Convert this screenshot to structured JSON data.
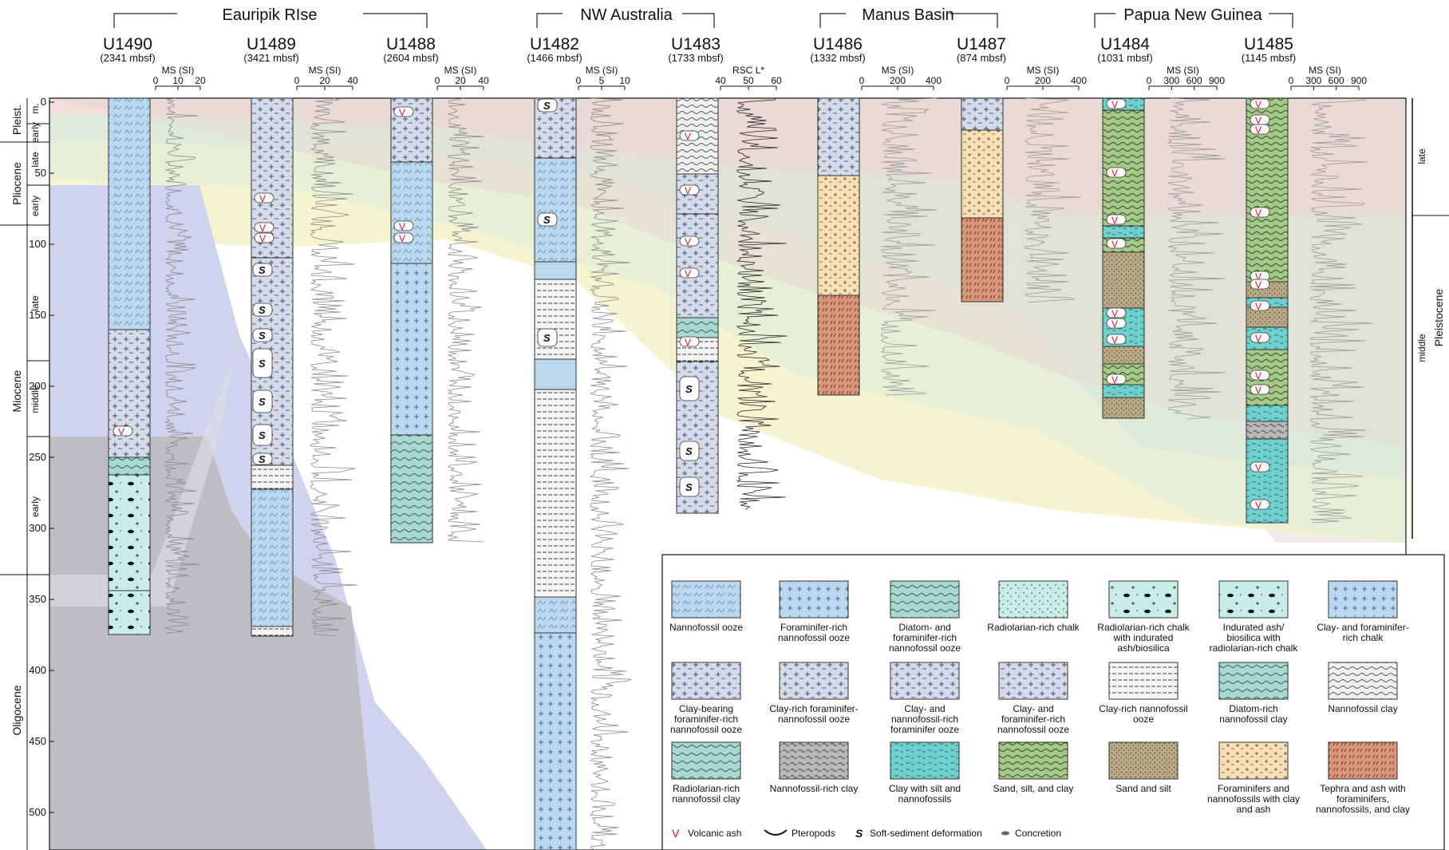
{
  "regions": [
    {
      "name": "Eauripik RIse"
    },
    {
      "name": "NW Australia"
    },
    {
      "name": "Manus Basin"
    },
    {
      "name": "Papua New Guinea"
    }
  ],
  "sites": [
    {
      "name": "U1490",
      "depth": "(2341 mbsf)",
      "axis": "MS (SI)",
      "ticks": [
        "0",
        "10",
        "20"
      ]
    },
    {
      "name": "U1489",
      "depth": "(3421 mbsf)",
      "axis": "MS (SI)",
      "ticks": [
        "0",
        "20",
        "40"
      ]
    },
    {
      "name": "U1488",
      "depth": "(2604 mbsf)",
      "axis": "MS (SI)",
      "ticks": [
        "0",
        "20",
        "40"
      ]
    },
    {
      "name": "U1482",
      "depth": "(1466 mbsf)",
      "axis": "MS (SI)",
      "ticks": [
        "0",
        "5",
        "10"
      ]
    },
    {
      "name": "U1483",
      "depth": "(1733 mbsf)",
      "axis": "RSC L*",
      "ticks": [
        "40",
        "50",
        "60"
      ]
    },
    {
      "name": "U1486",
      "depth": "(1332 mbsf)",
      "axis": "MS (SI)",
      "ticks": [
        "0",
        "200",
        "400"
      ]
    },
    {
      "name": "U1487",
      "depth": "(874 mbsf)",
      "axis": "MS (SI)",
      "ticks": [
        "0",
        "200",
        "400"
      ]
    },
    {
      "name": "U1484",
      "depth": "(1031 mbsf)",
      "axis": "MS (SI)",
      "ticks": [
        "0",
        "300",
        "600",
        "900"
      ]
    },
    {
      "name": "U1485",
      "depth": "(1145 mbsf)",
      "axis": "MS (SI)",
      "ticks": [
        "0",
        "300",
        "600",
        "900"
      ]
    }
  ],
  "depth_axis": {
    "ticks": [
      "0",
      "50",
      "100",
      "150",
      "200",
      "250",
      "300",
      "350",
      "400",
      "450",
      "500"
    ]
  },
  "left_strat": {
    "epochs": [
      "Pleist.",
      "Pliocene",
      "Miocene",
      "Oligocene"
    ],
    "subdivisions": [
      "early",
      "m.",
      "late",
      "early",
      "late",
      "middle",
      "early"
    ]
  },
  "right_strat": {
    "epoch": "Pleistocene",
    "subdivisions": [
      "late",
      "middle"
    ]
  },
  "symbols": {
    "volcanic_glyph": "V",
    "soft_glyph": "S"
  },
  "legend": {
    "rows": [
      [
        "Nannofossil ooze",
        "Foraminifer-rich nannofossil ooze",
        "Diatom- and foraminifer-rich nannofossil ooze",
        "Radiolarian-rich chalk",
        "Radiolarian-rich chalk with indurated ash/biosilica",
        "Indurated ash/ biosilica with radiolarian-rich chalk",
        "Clay- and foraminifer- rich chalk"
      ],
      [
        "Clay-bearing foraminifer-rich nannofossil ooze",
        "Clay-rich foraminifer- nannofossil ooze",
        "Clay- and nannofossil-rich foraminifer ooze",
        "Clay- and foraminifer-rich nannofossil ooze",
        "Clay-rich nannofossil ooze",
        "Diatom-rich nannofossil clay",
        "Nannofossil clay"
      ],
      [
        "Radiolarian-rich nannofossil clay",
        "Nannofossil-rich clay",
        "Clay with silt and nannofossils",
        "Sand, silt, and clay",
        "Sand and silt",
        "Foraminifers and nannofossils with clay and ash",
        "Tephra and ash with foraminifers, nannofossils, and clay"
      ]
    ],
    "symbols": [
      "Volcanic ash",
      "Pteropods",
      "Soft-sediment deformation",
      "Concretion"
    ]
  },
  "colors": {
    "pleistocene_late": "#f2dcdc",
    "pleistocene_middle": "#e3d8d2",
    "pliocene_late": "#dbe9d9",
    "pliocene_early": "#e4eed8",
    "miocene_late": "#f3f2c8",
    "miocene_middle": "#f0ece8",
    "oligocene": "#ffffff",
    "blue_band": "#cfd3ee",
    "grey_band": "#bdbdc3",
    "ooze_blue": "#bcd8ef",
    "clay_grey": "#d5dae8",
    "teal": "#6fd0cd",
    "green": "#a6c98a",
    "tan": "#b7aa84",
    "peach": "#f5dfb5",
    "brick": "#d9957a",
    "ash_red": "#d0141b"
  }
}
